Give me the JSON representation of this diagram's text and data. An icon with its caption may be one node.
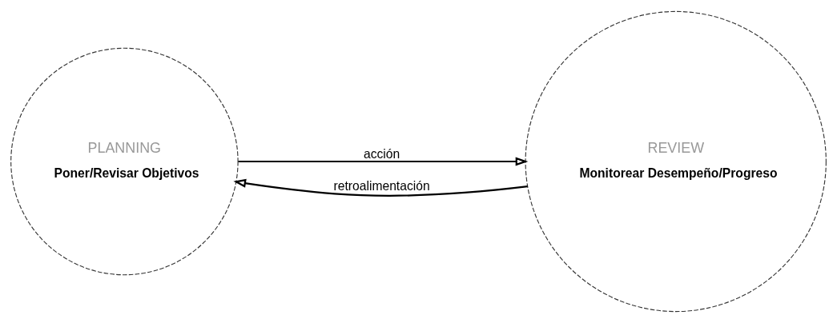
{
  "diagram": {
    "nodes": [
      {
        "text": [
          "PLANNING",
          "Poner/Revisar Objetivos"
        ]
      },
      {
        "text": [
          "REVIEW",
          "Monitorear Desempeño/Progreso"
        ]
      }
    ],
    "edges": [
      {
        "from": 0,
        "to": 1,
        "arrow": "to",
        "label": "acción"
      },
      {
        "from": 1,
        "to": 0,
        "arrow": "to",
        "label": "retroalimentación"
      }
    ]
  }
}
